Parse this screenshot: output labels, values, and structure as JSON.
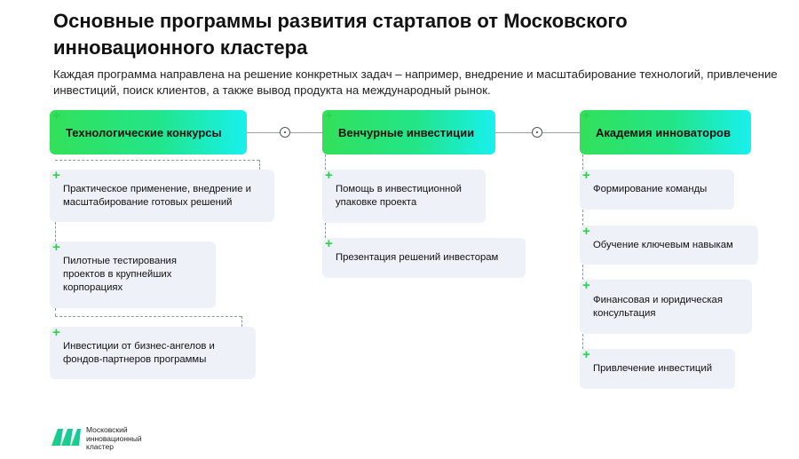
{
  "title": "Основные программы развития стартапов от Московского инновационного кластера",
  "subtitle": "Каждая программа направлена на решение конкретных задач – например, внедрение и масштабирование технологий, привлечение инвестиций, поиск клиентов, а также вывод продукта на международный рынок.",
  "programs": [
    {
      "name": "Технологические конкурсы",
      "items": [
        "Практическое применение, внедрение и масштабирование готовых решений",
        "Пилотные тестирования проектов в крупнейших корпорациях",
        "Инвестиции от бизнес-ангелов и фондов-партнеров программы"
      ]
    },
    {
      "name": "Венчурные инвестиции",
      "items": [
        "Помощь в инвестиционной упаковке проекта",
        "Презентация решений инвесторам"
      ]
    },
    {
      "name": "Академия инноваторов",
      "items": [
        "Формирование команды",
        "Обучение ключевым навыкам",
        "Финансовая и юридическая консультация",
        "Привлечение инвестиций"
      ]
    }
  ],
  "plus_symbol": "+",
  "logo": {
    "text": "Московский инновационный кластер",
    "icon": "mik-logo-icon",
    "colors": [
      "#1fd56a",
      "#14c4b2"
    ]
  },
  "colors": {
    "accent_green": "#2bd24e",
    "gradient_start": "#33e05a",
    "gradient_end": "#18f0ee",
    "card_bg": "#eef1f8"
  }
}
